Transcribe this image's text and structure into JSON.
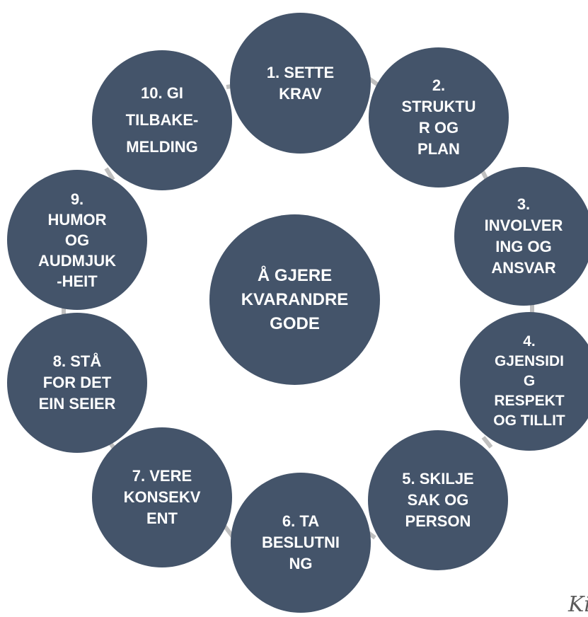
{
  "center": {
    "label": "Å GJERE\nKVARANDRE\nGODE"
  },
  "nodes": [
    {
      "label": "1. SETTE\nKRAV"
    },
    {
      "label": "2.\nSTRUKTU\nR OG\nPLAN"
    },
    {
      "label": "3.\nINVOLVER\nING OG\nANSVAR"
    },
    {
      "label": "4.\nGJENSIDI\nG\nRESPEKT\nOG TILLIT"
    },
    {
      "label": "5. SKILJE\nSAK OG\nPERSON"
    },
    {
      "label": "6. TA\nBESLUTNI\nNG"
    },
    {
      "label": "7. VERE\nKONSEKV\nENT"
    },
    {
      "label": "8. STÅ\nFOR DET\nEIN SEIER"
    },
    {
      "label": "9.\nHUMOR\nOG\nAUDMJUK\n-HEIT"
    },
    {
      "label": "10. GI\nTILBAKE-\nMELDING"
    }
  ],
  "colors": {
    "node": "#44546a",
    "connector": "#bfbfbf",
    "text": "#ffffff"
  }
}
